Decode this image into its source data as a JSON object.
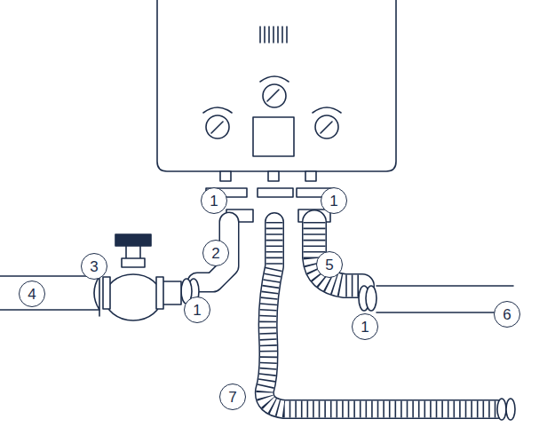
{
  "diagram": {
    "labels": [
      "1",
      "1",
      "2",
      "3",
      "4",
      "1",
      "5",
      "1",
      "6",
      "7"
    ]
  }
}
